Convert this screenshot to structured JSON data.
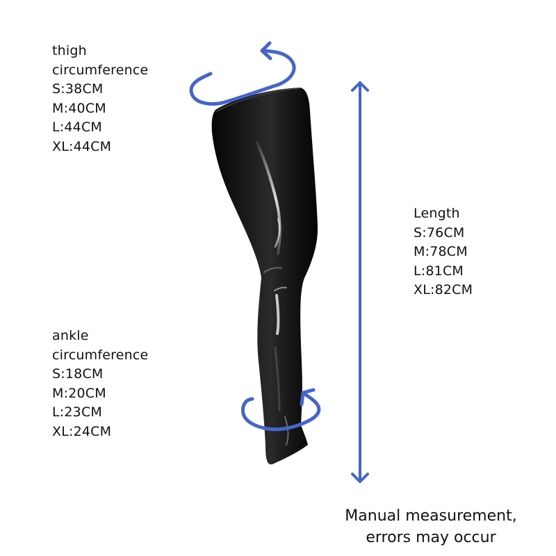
{
  "colors": {
    "background": "#ffffff",
    "annotation_blue": "#4466CC",
    "product_black": "#0d0d0d",
    "text": "#111111"
  },
  "product": {
    "name": "black glossy thigh-high leg stocking",
    "icon": "leg-stocking-image"
  },
  "thigh": {
    "title_line1": "thigh",
    "title_line2": "circumference",
    "sizes": [
      {
        "label": "S:38CM"
      },
      {
        "label": "M:40CM"
      },
      {
        "label": "L:44CM"
      },
      {
        "label": "XL:44CM"
      }
    ],
    "marker_icon": "circular-arrow-icon"
  },
  "ankle": {
    "title_line1": "ankle",
    "title_line2": "circumference",
    "sizes": [
      {
        "label": "S:18CM"
      },
      {
        "label": "M:20CM"
      },
      {
        "label": "L:23CM"
      },
      {
        "label": "XL:24CM"
      }
    ],
    "marker_icon": "circular-arrow-icon"
  },
  "length": {
    "title": "Length",
    "sizes": [
      {
        "label": "S:76CM"
      },
      {
        "label": "M:78CM"
      },
      {
        "label": "L:81CM"
      },
      {
        "label": "XL:82CM"
      }
    ],
    "marker_icon": "double-headed-vertical-arrow-icon"
  },
  "note": {
    "line1": "Manual measurement,",
    "line2": "errors may occur"
  }
}
